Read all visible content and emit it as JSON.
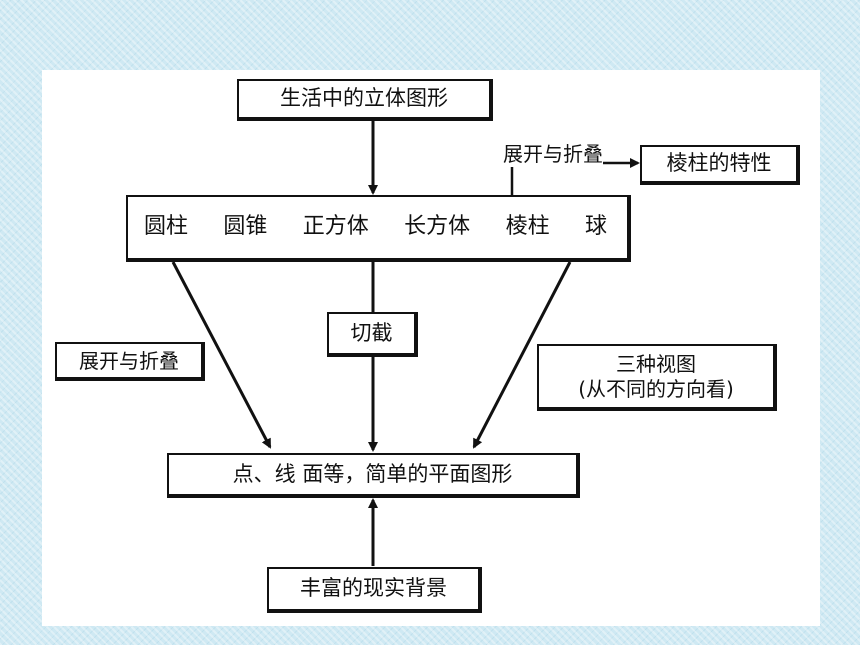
{
  "diagram": {
    "top_box": "生活中的立体图形",
    "shapes": [
      "圆柱",
      "圆锥",
      "正方体",
      "长方体",
      "棱柱",
      "球"
    ],
    "prism_unfold_label": "展开与折叠",
    "prism_box": "棱柱的特性",
    "left_label": "展开与折叠",
    "cut_box": "切截",
    "views_title": "三种视图",
    "views_subtitle": "(从不同的方向看)",
    "plane_box": "点、线 面等，简单的平面图形",
    "bottom_box": "丰富的现实背景"
  }
}
